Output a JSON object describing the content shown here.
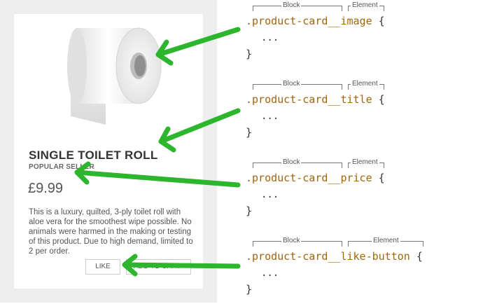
{
  "card": {
    "title": "SINGLE TOILET ROLL",
    "subtitle": "POPULAR SELLER",
    "price": "£9.99",
    "description": "This is a luxury, quilted, 3-ply toilet roll with aloe vera for the smoothest wipe possible. No animals were harmed in the making or testing of this product. Due to high demand, limited to 2 per order.",
    "like_label": "LIKE",
    "cart_label": "ADD TO CART"
  },
  "annotations": [
    {
      "block_label": "Block",
      "element_label": "Element",
      "selector": ".product-card__image",
      "open_brace": "{",
      "dots": "...",
      "close_brace": "}"
    },
    {
      "block_label": "Block",
      "element_label": "Element",
      "selector": ".product-card__title",
      "open_brace": "{",
      "dots": "...",
      "close_brace": "}"
    },
    {
      "block_label": "Block",
      "element_label": "Element",
      "selector": ".product-card__price",
      "open_brace": "{",
      "dots": "...",
      "close_brace": "}"
    },
    {
      "block_label": "Block",
      "element_label": "Element",
      "selector": ".product-card__like-button",
      "open_brace": "{",
      "dots": "...",
      "close_brace": "}"
    }
  ],
  "colors": {
    "arrow": "#2db52d",
    "selector": "#a0660b",
    "panel_bg": "#eeeeee"
  }
}
